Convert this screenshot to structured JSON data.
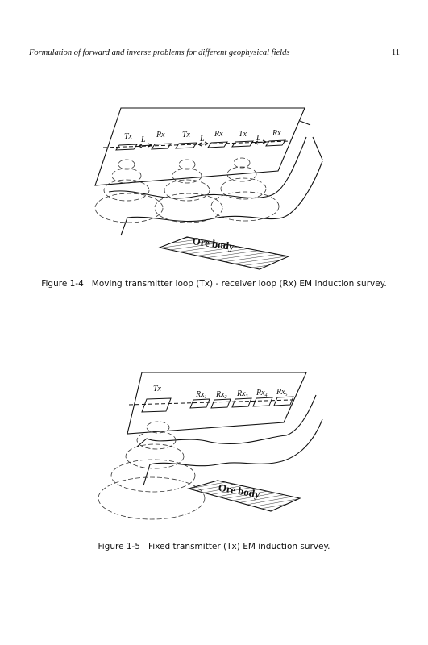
{
  "header": {
    "running_title": "Formulation of forward and inverse problems for different geophysical fields",
    "page_number": "11"
  },
  "figure_1_4": {
    "caption_label": "Figure 1-4",
    "caption_text": "Moving transmitter loop (Tx) - receiver loop (Rx) EM induction survey.",
    "labels": {
      "tx1": "Tx",
      "rx1": "Rx",
      "l1": "L",
      "tx2": "Tx",
      "rx2": "Rx",
      "l2": "L",
      "tx3": "Tx",
      "rx3": "Rx",
      "l3": "L",
      "ore": "Ore body"
    }
  },
  "figure_1_5": {
    "caption_label": "Figure 1-5",
    "caption_text": "Fixed transmitter (Tx) EM induction survey.",
    "labels": {
      "tx": "Tx",
      "rx1": "Rx",
      "rx1_sub": "1",
      "rx2": "Rx",
      "rx2_sub": "2",
      "rx3": "Rx",
      "rx3_sub": "3",
      "rx4": "Rx",
      "rx4_sub": "4",
      "rx5": "Rx",
      "rx5_sub": "5",
      "ore": "Ore body"
    }
  }
}
